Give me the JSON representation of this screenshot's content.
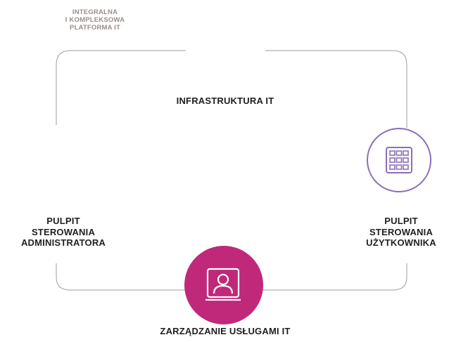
{
  "platform": {
    "lines": [
      "INTEGRALNA",
      "I KOMPLEKSOWA",
      "PLATFORMA IT"
    ]
  },
  "nodes": {
    "infrastructure": "INFRASTRUKTURA IT",
    "admin_panel": [
      "PULPIT",
      "STEROWANIA",
      "ADMINISTRATORA"
    ],
    "user_panel": [
      "PULPIT",
      "STEROWANIA",
      "UŻYTKOWNIKA"
    ],
    "service_management": "ZARZĄDZANIE USŁUGAMI IT"
  },
  "colors": {
    "frame": "#9e9e9e",
    "platform_text": "#9a8e8a",
    "grid_circle_border": "#8a6fb8",
    "user_circle_fill": "#c0287a",
    "text": "#1f1f1f"
  },
  "icons": {
    "user_panel_icon": "app-grid-icon",
    "service_icon": "user-profile-icon"
  }
}
